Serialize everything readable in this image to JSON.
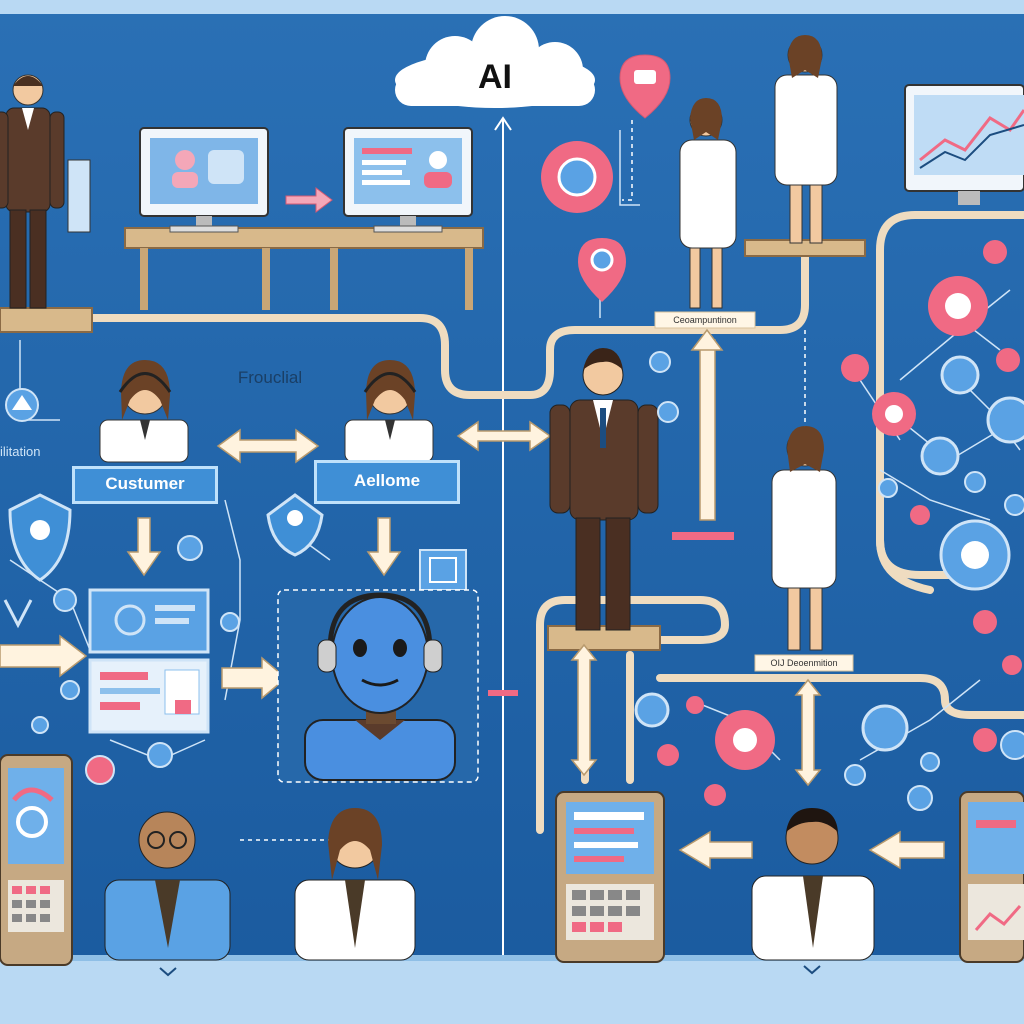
{
  "cloud_label": "AI",
  "top_text": "Frouclial",
  "side_text": "ilitation",
  "box_left": "Custumer",
  "box_right": "Aellome",
  "tag_top_right": "Ceoampuntinon",
  "tag_mid_right": "OIJ Deoenmition",
  "colors": {
    "background": "#1d5fa3",
    "panel_blue": "#3f8fd6",
    "accent_pink": "#f06a84",
    "connector_beige": "#efdcc0",
    "suit_brown": "#5a3b2b",
    "robot_blue": "#4a8fe0"
  }
}
